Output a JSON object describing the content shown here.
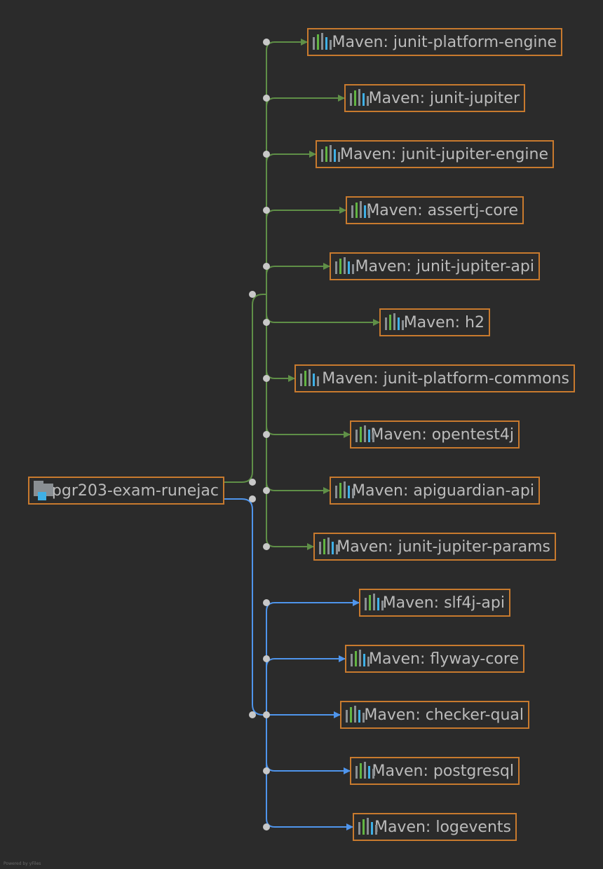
{
  "root": {
    "label": "pgr203-exam-runejac",
    "icon": "module-folder-icon"
  },
  "colors": {
    "background": "#2b2b2b",
    "node_border": "#c87a2e",
    "text": "#bbbbbb",
    "test_edge": "#5f8f47",
    "compile_edge": "#4f95ec",
    "junction": "#c8c8c8"
  },
  "test_dependencies": [
    {
      "label": "Maven: junit-platform-engine",
      "icon": "maven-library-icon"
    },
    {
      "label": "Maven: junit-jupiter",
      "icon": "maven-library-icon"
    },
    {
      "label": "Maven: junit-jupiter-engine",
      "icon": "maven-library-icon"
    },
    {
      "label": "Maven: assertj-core",
      "icon": "maven-library-icon"
    },
    {
      "label": "Maven: junit-jupiter-api",
      "icon": "maven-library-icon"
    },
    {
      "label": "Maven: h2",
      "icon": "maven-library-icon"
    },
    {
      "label": "Maven: junit-platform-commons",
      "icon": "maven-library-icon"
    },
    {
      "label": "Maven: opentest4j",
      "icon": "maven-library-icon"
    },
    {
      "label": "Maven: apiguardian-api",
      "icon": "maven-library-icon"
    },
    {
      "label": "Maven: junit-jupiter-params",
      "icon": "maven-library-icon"
    }
  ],
  "compile_dependencies": [
    {
      "label": "Maven: slf4j-api",
      "icon": "maven-library-icon"
    },
    {
      "label": "Maven: flyway-core",
      "icon": "maven-library-icon"
    },
    {
      "label": "Maven: checker-qual",
      "icon": "maven-library-icon"
    },
    {
      "label": "Maven: postgresql",
      "icon": "maven-library-icon"
    },
    {
      "label": "Maven: logevents",
      "icon": "maven-library-icon"
    }
  ],
  "watermark": "Powered by yFiles"
}
